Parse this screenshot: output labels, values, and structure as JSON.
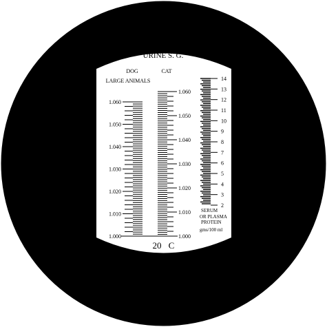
{
  "scale": {
    "title": "URINE S. G.",
    "dog_label": "DOG",
    "large_animals_label": "LARGE ANIMALS",
    "cat_label": "CAT",
    "dog_sg_labels": [
      "1.060",
      "1.050",
      "1.040",
      "1.030",
      "1.020",
      "1.010",
      "1.000"
    ],
    "cat_sg_labels": [
      "1.060",
      "1.050",
      "1.040",
      "1.030",
      "1.020",
      "1.010",
      "1.000"
    ],
    "protein_labels": [
      "14",
      "13",
      "12",
      "11",
      "10",
      "9",
      "8",
      "7",
      "6",
      "5",
      "4",
      "3",
      "2"
    ],
    "protein_caption_1": "SERUM",
    "protein_caption_2": "OR PLASMA",
    "protein_caption_3": "PROTEIN",
    "protein_unit": "gms/100 ml",
    "temperature": "20",
    "temperature_unit": "C"
  }
}
